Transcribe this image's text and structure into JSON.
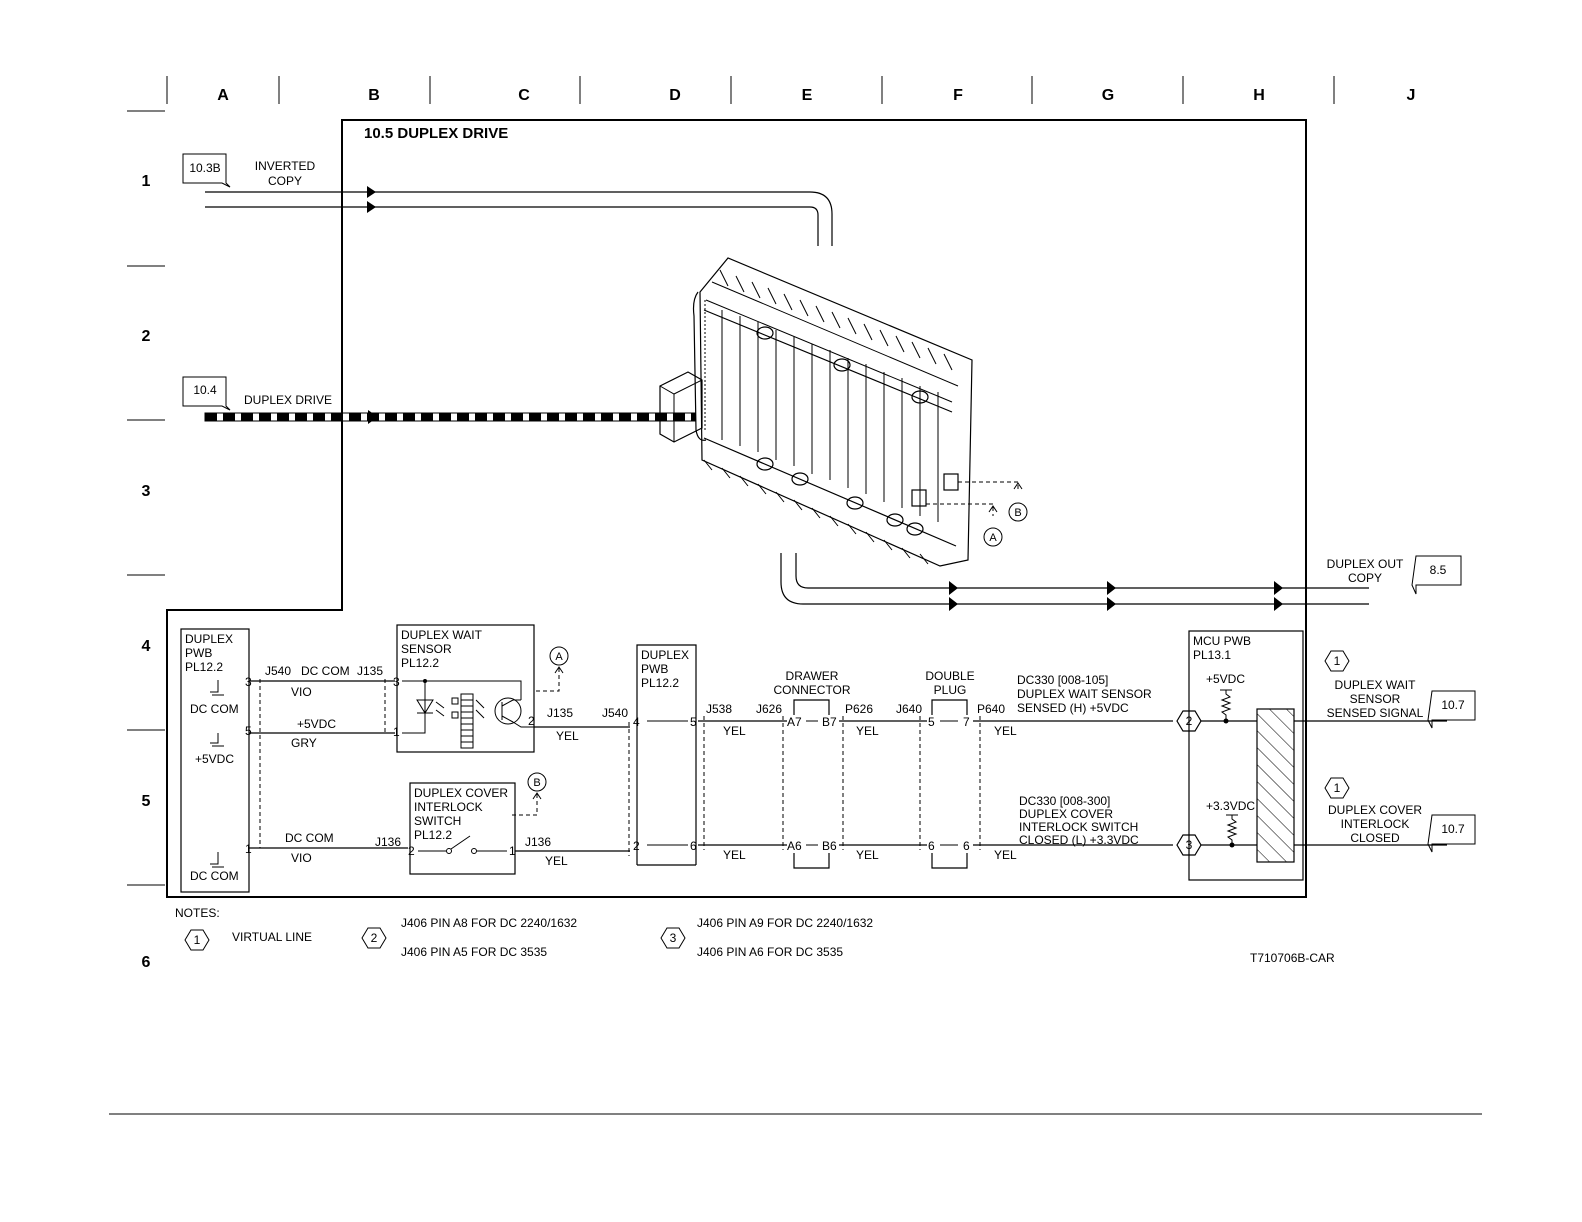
{
  "grid": {
    "columns": [
      "A",
      "B",
      "C",
      "D",
      "E",
      "F",
      "G",
      "H",
      "J"
    ],
    "rows": [
      "1",
      "2",
      "3",
      "4",
      "5",
      "6"
    ]
  },
  "title": "10.5 DUPLEX DRIVE",
  "flags": {
    "inverted_copy": {
      "ref": "10.3B",
      "line1": "INVERTED",
      "line2": "COPY"
    },
    "duplex_drive": {
      "ref": "10.4",
      "label": "DUPLEX DRIVE"
    },
    "duplex_out": {
      "ref": "8.5",
      "line1": "DUPLEX OUT",
      "line2": "COPY"
    },
    "wait_signal": {
      "ref": "10.7",
      "note": "1",
      "line1": "DUPLEX WAIT",
      "line2": "SENSOR",
      "line3": "SENSED SIGNAL"
    },
    "cover_signal": {
      "ref": "10.7",
      "note": "1",
      "line1": "DUPLEX COVER",
      "line2": "INTERLOCK",
      "line3": "CLOSED"
    }
  },
  "refs": {
    "a": "A",
    "b": "B"
  },
  "duplex_pwb_left": {
    "line1": "DUPLEX",
    "line2": "PWB",
    "line3": "PL12.2",
    "dc_com_top": "DC COM",
    "plus5": "+5VDC",
    "dc_com_bottom": "DC COM",
    "pin3": "3",
    "pin5": "5",
    "pin1": "1"
  },
  "harness_left": {
    "j540": "J540",
    "dc_com": "DC COM",
    "j135": "J135",
    "vio": "VIO",
    "plus5": "+5VDC",
    "gry": "GRY",
    "dc_com2": "DC COM",
    "vio2": "VIO",
    "j136": "J136"
  },
  "wait_sensor": {
    "line1": "DUPLEX WAIT",
    "line2": "SENSOR",
    "line3": "PL12.2",
    "pin3": "3",
    "pin1": "1",
    "pin2": "2"
  },
  "cover_switch": {
    "line1": "DUPLEX COVER",
    "line2": "INTERLOCK",
    "line3": "SWITCH",
    "line4": "PL12.2",
    "pin2": "2",
    "pin1": "1"
  },
  "conn_labels": {
    "j135": "J135",
    "j540": "J540",
    "j136": "J136",
    "j538": "J538",
    "j626": "J626",
    "p626": "P626",
    "j640": "J640",
    "p640": "P640",
    "yel": "YEL"
  },
  "duplex_pwb_mid": {
    "line1": "DUPLEX",
    "line2": "PWB",
    "line3": "PL12.2",
    "pin4": "4",
    "pin5": "5",
    "pin2": "2",
    "pin6": "6"
  },
  "drawer_connector": {
    "line1": "DRAWER",
    "line2": "CONNECTOR",
    "a7": "A7",
    "b7": "B7",
    "a6": "A6",
    "b6": "B6"
  },
  "double_plug": {
    "line1": "DOUBLE",
    "line2": "PLUG",
    "pin5": "5",
    "pin7": "7",
    "pin6a": "6",
    "pin6b": "6"
  },
  "dc330_wait": {
    "line1": "DC330 [008-105]",
    "line2": "DUPLEX WAIT SENSOR",
    "line3": "SENSED (H) +5VDC"
  },
  "dc330_cover": {
    "line1": "DC330 [008-300]",
    "line2": "DUPLEX COVER",
    "line3": "INTERLOCK SWITCH",
    "line4": "CLOSED (L) +3.3VDC"
  },
  "mcu_pwb": {
    "line1": "MCU PWB",
    "line2": "PL13.1",
    "plus5": "+5VDC",
    "plus33": "+3.3VDC",
    "note2": "2",
    "note3": "3"
  },
  "notes": {
    "title": "NOTES:",
    "n1_badge": "1",
    "n1": "VIRTUAL LINE",
    "n2_badge": "2",
    "n2_line1": "J406 PIN A8 FOR DC 2240/1632",
    "n2_line2": "J406 PIN A5 FOR DC 3535",
    "n3_badge": "3",
    "n3_line1": "J406 PIN A9 FOR DC 2240/1632",
    "n3_line2": "J406 PIN A6 FOR DC 3535"
  },
  "figure_id": "T710706B-CAR"
}
